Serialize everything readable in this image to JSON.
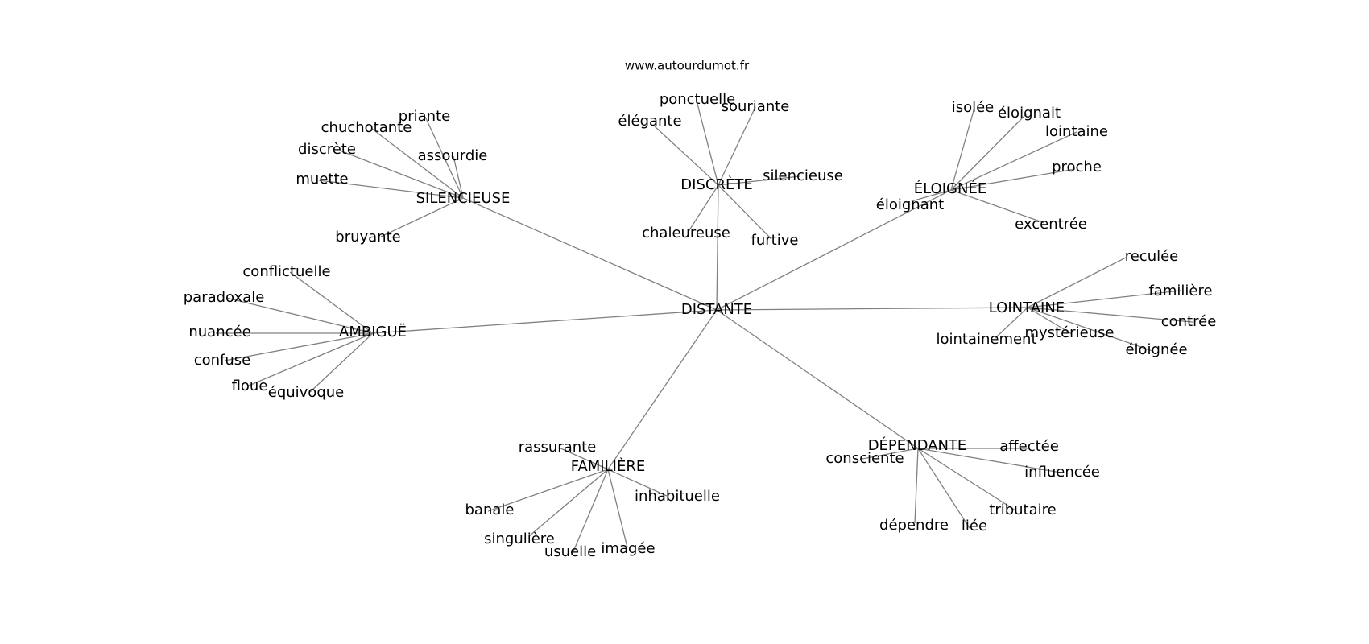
{
  "site_url": "www.autourdumot.fr",
  "center": "DISTANTE",
  "hubs": [
    {
      "id": "silencieuse",
      "label": "SILENCIEUSE",
      "words": [
        "priante",
        "chuchotante",
        "discrète",
        "muette",
        "assourdie",
        "bruyante"
      ]
    },
    {
      "id": "discrete",
      "label": "DISCRÈTE",
      "words": [
        "ponctuelle",
        "souriante",
        "élégante",
        "silencieuse",
        "chaleureuse",
        "furtive"
      ]
    },
    {
      "id": "eloignee",
      "label": "ÉLOIGNÉE",
      "words": [
        "isolée",
        "éloignait",
        "lointaine",
        "proche",
        "éloignant",
        "excentrée"
      ]
    },
    {
      "id": "lointaine",
      "label": "LOINTAINE",
      "words": [
        "reculée",
        "familière",
        "contrée",
        "mystérieuse",
        "lointainement",
        "éloignée"
      ]
    },
    {
      "id": "ambigue",
      "label": "AMBIGUË",
      "words": [
        "conflictuelle",
        "paradoxale",
        "nuancée",
        "confuse",
        "floue",
        "équivoque"
      ]
    },
    {
      "id": "familiere",
      "label": "FAMILIÈRE",
      "words": [
        "rassurante",
        "banale",
        "inhabituelle",
        "singulière",
        "usuelle",
        "imagée"
      ]
    },
    {
      "id": "dependante",
      "label": "DÉPENDANTE",
      "words": [
        "affectée",
        "consciente",
        "influencée",
        "tributaire",
        "dépendre",
        "liée"
      ]
    }
  ]
}
